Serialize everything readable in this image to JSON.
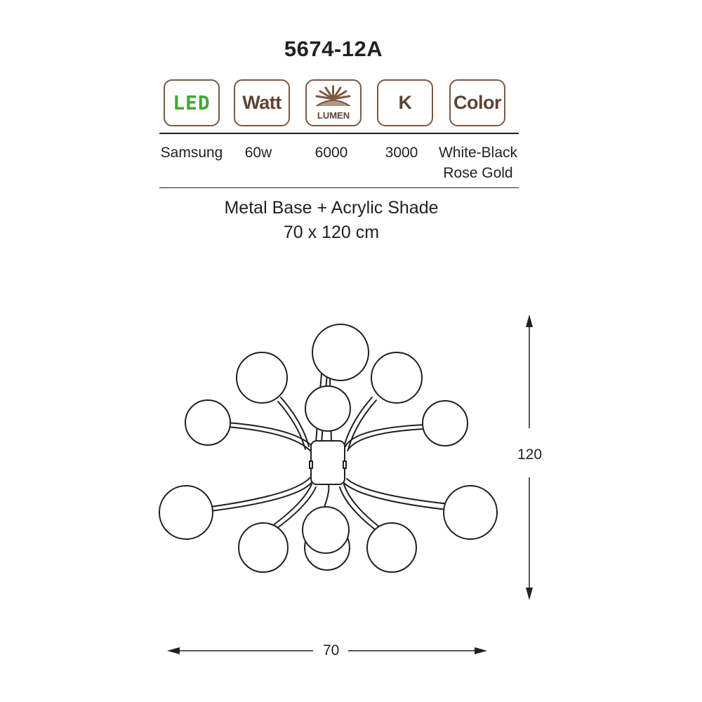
{
  "product": {
    "model": "5674-12A"
  },
  "specs": {
    "icons": {
      "led": "LED",
      "watt": "Watt",
      "lumen": "LUMEN",
      "kelvin": "K",
      "color": "Color"
    },
    "values": {
      "led": "Samsung",
      "watt": "60w",
      "lumen": "6000",
      "kelvin": "3000",
      "color_line1": "White-Black",
      "color_line2": "Rose Gold"
    },
    "accent_colors": {
      "icon_border": "#7a5a43",
      "icon_text": "#5b4434",
      "led_green": "#46a63a"
    }
  },
  "description": {
    "material": "Metal Base + Acrylic  Shade",
    "size": "70 x 120 cm"
  },
  "dimensions": {
    "height_label": "120",
    "width_label": "70"
  }
}
